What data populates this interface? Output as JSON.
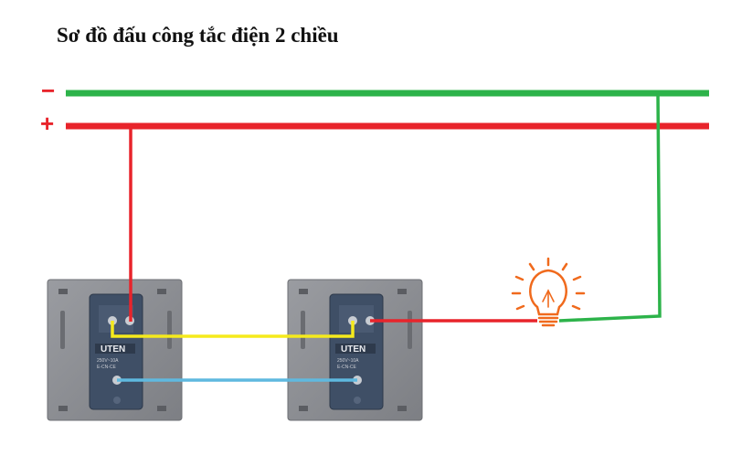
{
  "title": "Sơ đồ đấu công tắc điện 2 chiều",
  "rails": {
    "negative_symbol": "−",
    "positive_symbol": "+"
  },
  "switches": [
    {
      "brand": "UTEN",
      "spec_line1": "250V~10A",
      "spec_line2": "E-CN-CE"
    },
    {
      "brand": "UTEN",
      "spec_line1": "250V~10A",
      "spec_line2": "E-CN-CE"
    }
  ],
  "colors": {
    "negative_wire": "#2db34a",
    "positive_wire": "#e8242b",
    "traveler_1": "#f5ea1c",
    "traveler_2": "#5fb9df",
    "bulb": "#f06a1d",
    "switch_plate": "#8a8c91",
    "switch_body": "#3f4f66"
  },
  "icons": [
    "lightbulb-icon"
  ]
}
